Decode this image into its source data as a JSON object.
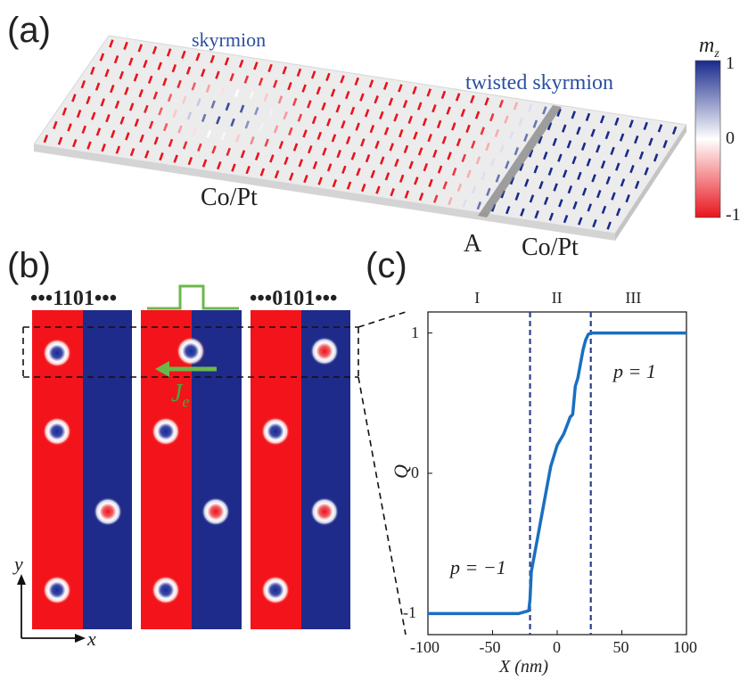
{
  "panel_a": {
    "label": "(a)",
    "skyrmion_label": "skyrmion",
    "twisted_label": "twisted skyrmion",
    "material_left": "Co/Pt",
    "material_right": "Co/Pt",
    "boundary_label": "A",
    "colorbar": {
      "title": "m",
      "title_sub": "z",
      "ticks": [
        "1",
        "0",
        "-1"
      ],
      "colors": {
        "top": "#1a2a8c",
        "middle": "#ffffff",
        "bottom": "#e8141c"
      }
    }
  },
  "panel_b": {
    "label": "(b)",
    "code_left": "•••1101•••",
    "code_right": "•••0101•••",
    "current_label": "J",
    "current_sub": "e",
    "axis_y": "y",
    "axis_x": "x",
    "colors": {
      "red": "#f2141a",
      "blue": "#1f2b8a",
      "pulse": "#6bb84a"
    }
  },
  "panel_c": {
    "label": "(c)",
    "chart_data": {
      "type": "line",
      "xlabel": "X (nm)",
      "ylabel": "Q",
      "xlim": [
        -100,
        100
      ],
      "ylim": [
        -1.15,
        1.15
      ],
      "xticks": [
        "-100",
        "-50",
        "0",
        "50",
        "100"
      ],
      "yticks": [
        "-1",
        "0",
        "1"
      ],
      "regions": [
        "I",
        "II",
        "III"
      ],
      "region_bounds": [
        -21,
        26
      ],
      "annotations": {
        "left": "p = −1",
        "right": "p = 1"
      },
      "series": [
        {
          "x": [
            -100,
            -60,
            -30,
            -22,
            -21,
            -20,
            -15,
            -10,
            -5,
            0,
            5,
            8,
            10,
            12,
            14,
            16,
            18,
            20,
            22,
            24,
            26,
            30,
            50,
            100
          ],
          "values": [
            -1,
            -1,
            -1,
            -0.98,
            -0.9,
            -0.7,
            -0.45,
            -0.2,
            0.05,
            0.2,
            0.28,
            0.35,
            0.4,
            0.42,
            0.62,
            0.68,
            0.78,
            0.88,
            0.95,
            0.99,
            1,
            1,
            1,
            1
          ],
          "color": "#1a6fc0"
        }
      ]
    }
  }
}
